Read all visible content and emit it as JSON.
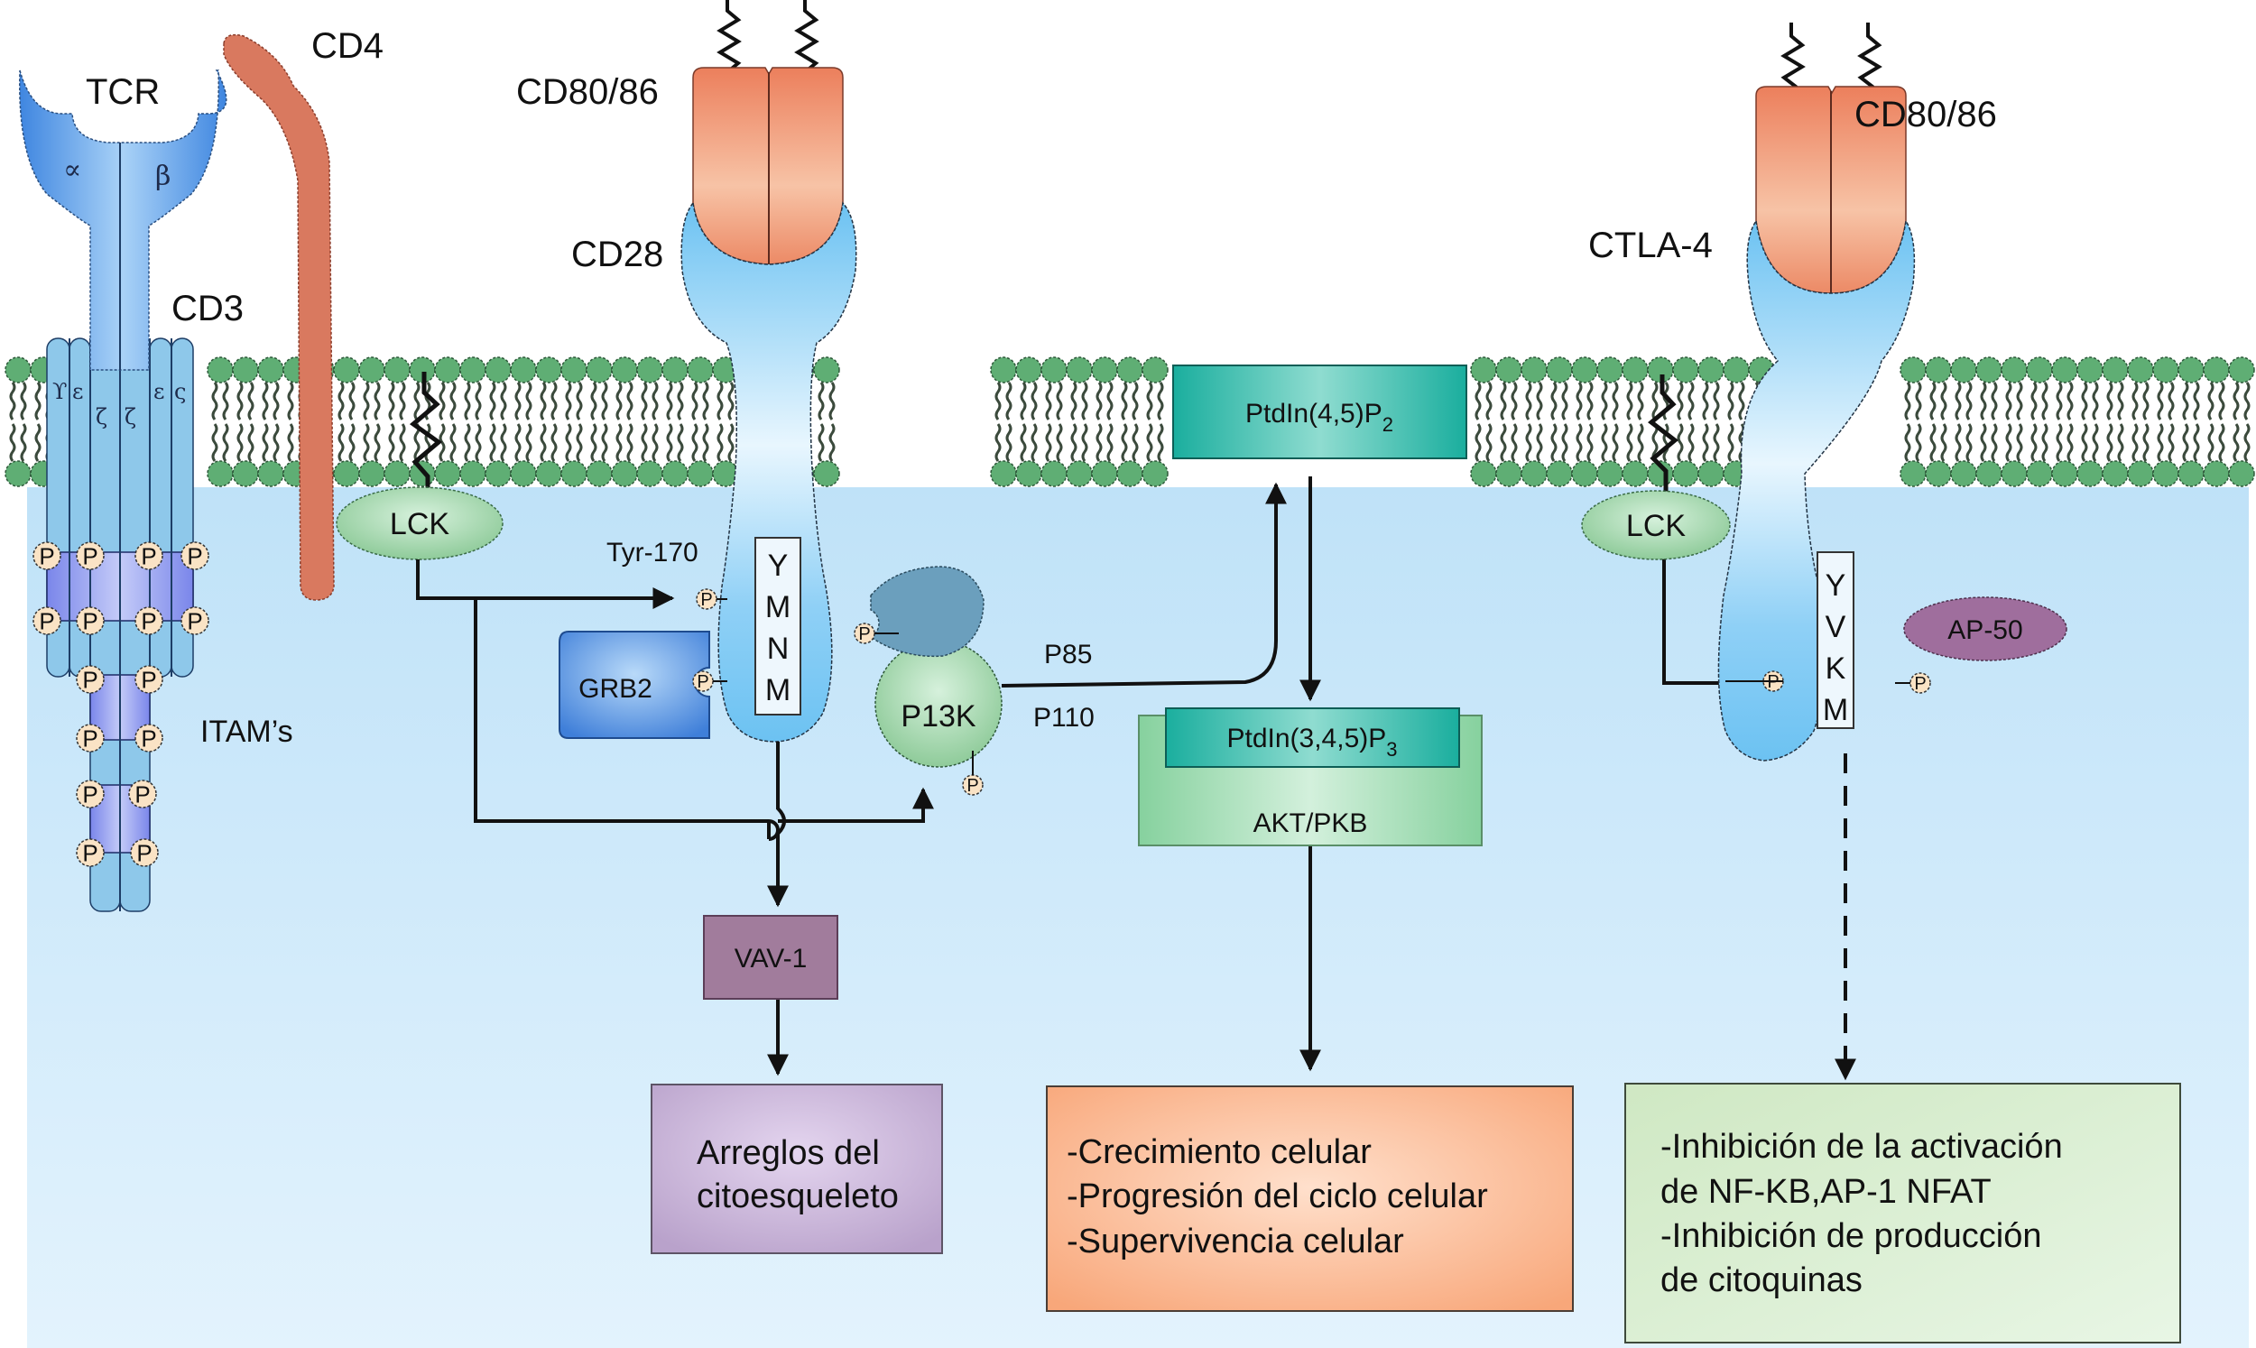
{
  "figure": {
    "language": "es",
    "receptors": {
      "tcr": {
        "label": "TCR",
        "alpha": "∝",
        "beta": "β"
      },
      "cd4": {
        "label": "CD4"
      },
      "cd3": {
        "label": "CD3",
        "chains": [
          "ϒ",
          "ε",
          "ζ",
          "ζ",
          "ε",
          "ς"
        ]
      },
      "itams": {
        "label": "ITAM’s"
      },
      "cd28": {
        "label": "CD28",
        "motif": [
          "Y",
          "M",
          "N",
          "M"
        ]
      },
      "ctla4": {
        "label": "CTLA-4",
        "motif": [
          "Y",
          "V",
          "K",
          "M"
        ]
      },
      "cd80_86_left": {
        "label": "CD80/86"
      },
      "cd80_86_right": {
        "label": "CD80/86"
      }
    },
    "phospho_symbol": "P",
    "molecules": {
      "lck_left": "LCK",
      "lck_right": "LCK",
      "tyr": "Tyr-170",
      "grb2": "GRB2",
      "pi3k": "P13K",
      "p85": "P85",
      "p110": "P110",
      "pip2": {
        "base": "PtdIn(4,5)P",
        "sub": "2"
      },
      "pip3": {
        "base": "PtdIn(3,4,5)P",
        "sub": "3"
      },
      "akt": "AKT/PKB",
      "vav1": "VAV-1",
      "ap50": "AP-50"
    },
    "outcomes": {
      "cytoskeleton": [
        "Arreglos del",
        "citoesqueleto"
      ],
      "akt_effects": [
        "-Crecimiento celular",
        "-Progresión del ciclo celular",
        "-Supervivencia celular"
      ],
      "ctla4_effects": [
        "-Inhibición de la activación",
        "de NF-KB,AP-1 NFAT",
        "-Inhibición de producción",
        "de citoquinas"
      ]
    },
    "colors": {
      "membrane_head": "#5fae74",
      "cytoplasm": "#c6e6fa",
      "tcr_blue": "#4a90e2",
      "cd3_blue": "#8cc4e8",
      "cd4_orange": "#d97a62",
      "cd80_orange": "#ee8a6a",
      "receptor_blue": "#7cc6f2",
      "lck_green": "#9ed6a8",
      "grb2_blue": "#4f8fe0",
      "p85_blue": "#6b9fbd",
      "pi3k_green": "#99cf9f",
      "pip_teal": "#1fb5a5",
      "akt_green": "#8fd6a5",
      "vav_purple": "#a07b9a",
      "ap50_purple": "#9d6d9c",
      "cyto_box": "#cbb6da",
      "akt_box": "#fbb98f",
      "ctla_box": "#d8efce",
      "phospho": "#fae3c5"
    }
  }
}
